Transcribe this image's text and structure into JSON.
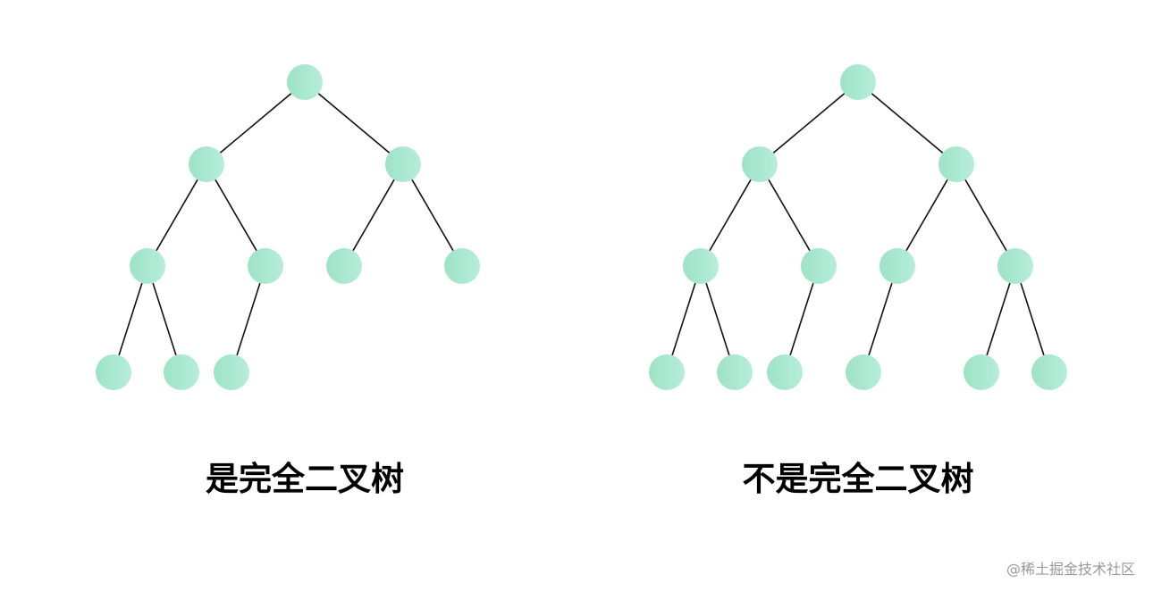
{
  "colors": {
    "node_light": "#b6eddb",
    "node_dark": "#9ee3c6",
    "edge": "#111111",
    "caption": "#000000"
  },
  "trees": [
    {
      "caption": "是完全二叉树",
      "nodes": [
        {
          "id": "1"
        },
        {
          "id": "2",
          "parent": "1"
        },
        {
          "id": "3",
          "parent": "1"
        },
        {
          "id": "4",
          "parent": "2"
        },
        {
          "id": "5",
          "parent": "2"
        },
        {
          "id": "6",
          "parent": "3"
        },
        {
          "id": "7",
          "parent": "3"
        },
        {
          "id": "8",
          "parent": "4"
        },
        {
          "id": "9",
          "parent": "4"
        },
        {
          "id": "10",
          "parent": "5"
        }
      ]
    },
    {
      "caption": "不是完全二叉树",
      "nodes": [
        {
          "id": "1"
        },
        {
          "id": "2",
          "parent": "1"
        },
        {
          "id": "3",
          "parent": "1"
        },
        {
          "id": "4",
          "parent": "2"
        },
        {
          "id": "5",
          "parent": "2"
        },
        {
          "id": "6",
          "parent": "3"
        },
        {
          "id": "7",
          "parent": "3"
        },
        {
          "id": "8",
          "parent": "4"
        },
        {
          "id": "9",
          "parent": "4"
        },
        {
          "id": "10",
          "parent": "5"
        },
        {
          "id": "12",
          "parent": "6"
        },
        {
          "id": "14",
          "parent": "7"
        },
        {
          "id": "15",
          "parent": "7"
        }
      ]
    }
  ],
  "watermark": "@稀土掘金技术社区"
}
